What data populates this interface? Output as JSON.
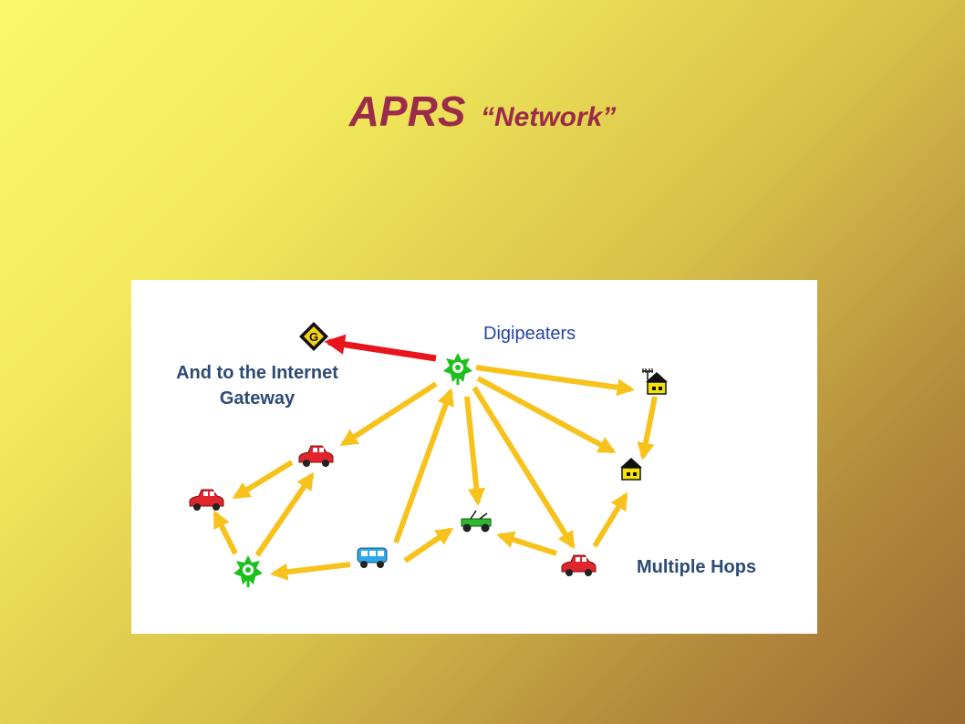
{
  "slide": {
    "title_main": "APRS",
    "title_sub": "“Network”"
  },
  "diagram": {
    "labels": {
      "digipeaters": "Digipeaters",
      "gateway": "And to the Internet Gateway",
      "multiple_hops": "Multiple Hops"
    },
    "colors": {
      "arrow_yellow": "#f7c21b",
      "arrow_red": "#e8161c",
      "digipeater_green": "#1dbf1d",
      "gateway_yellow": "#f5d20a",
      "car_red": "#e0252c",
      "van_blue": "#2ea8e8",
      "jeep_green": "#2dbb2d",
      "house_yellow": "#f5e20a"
    },
    "icons": [
      "gateway-icon",
      "digipeater-icon",
      "home-station-antenna-icon",
      "home-station-icon",
      "car-icon",
      "van-icon",
      "jeep-icon"
    ]
  }
}
